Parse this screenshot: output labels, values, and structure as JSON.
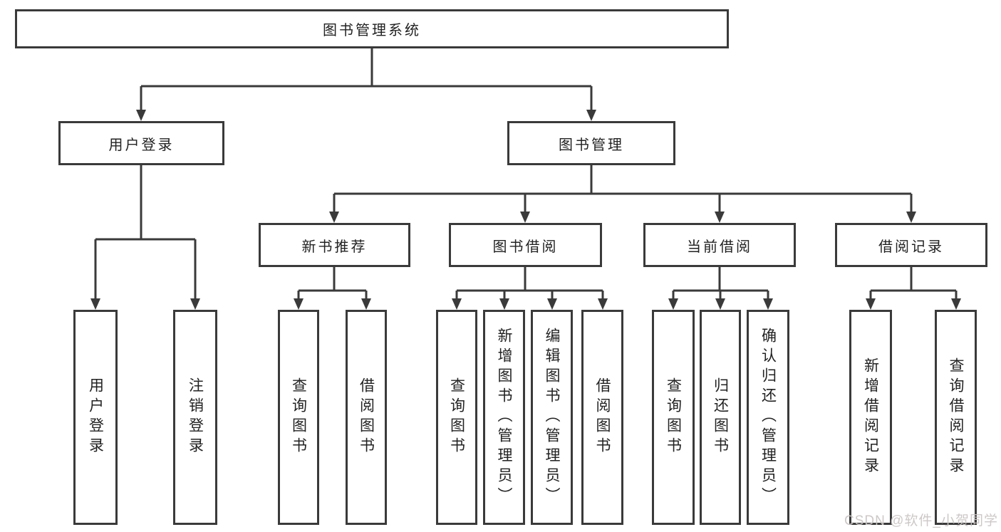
{
  "diagram": {
    "root": {
      "label": "图书管理系统"
    },
    "branches": [
      {
        "label": "用户登录",
        "children": [
          {
            "label": "用户登录"
          },
          {
            "label": "注销登录"
          }
        ]
      },
      {
        "label": "图书管理",
        "children": [
          {
            "label": "新书推荐",
            "children": [
              {
                "label": "查询图书"
              },
              {
                "label": "借阅图书"
              }
            ]
          },
          {
            "label": "图书借阅",
            "children": [
              {
                "label": "查询图书"
              },
              {
                "label": "新增图书（管理员）"
              },
              {
                "label": "编辑图书（管理员）"
              },
              {
                "label": "借阅图书"
              }
            ]
          },
          {
            "label": "当前借阅",
            "children": [
              {
                "label": "查询图书"
              },
              {
                "label": "归还图书"
              },
              {
                "label": "确认归还（管理员）"
              }
            ]
          },
          {
            "label": "借阅记录",
            "children": [
              {
                "label": "新增借阅记录"
              },
              {
                "label": "查询借阅记录"
              }
            ]
          }
        ]
      }
    ],
    "colors": {
      "line": "#3a3a3a",
      "box_border": "#3a3a3a",
      "box_fill": "#ffffff",
      "text": "#222222",
      "watermark": "#cbc5c5"
    }
  },
  "watermark": {
    "text": "CSDN @软件_小贺同学"
  }
}
